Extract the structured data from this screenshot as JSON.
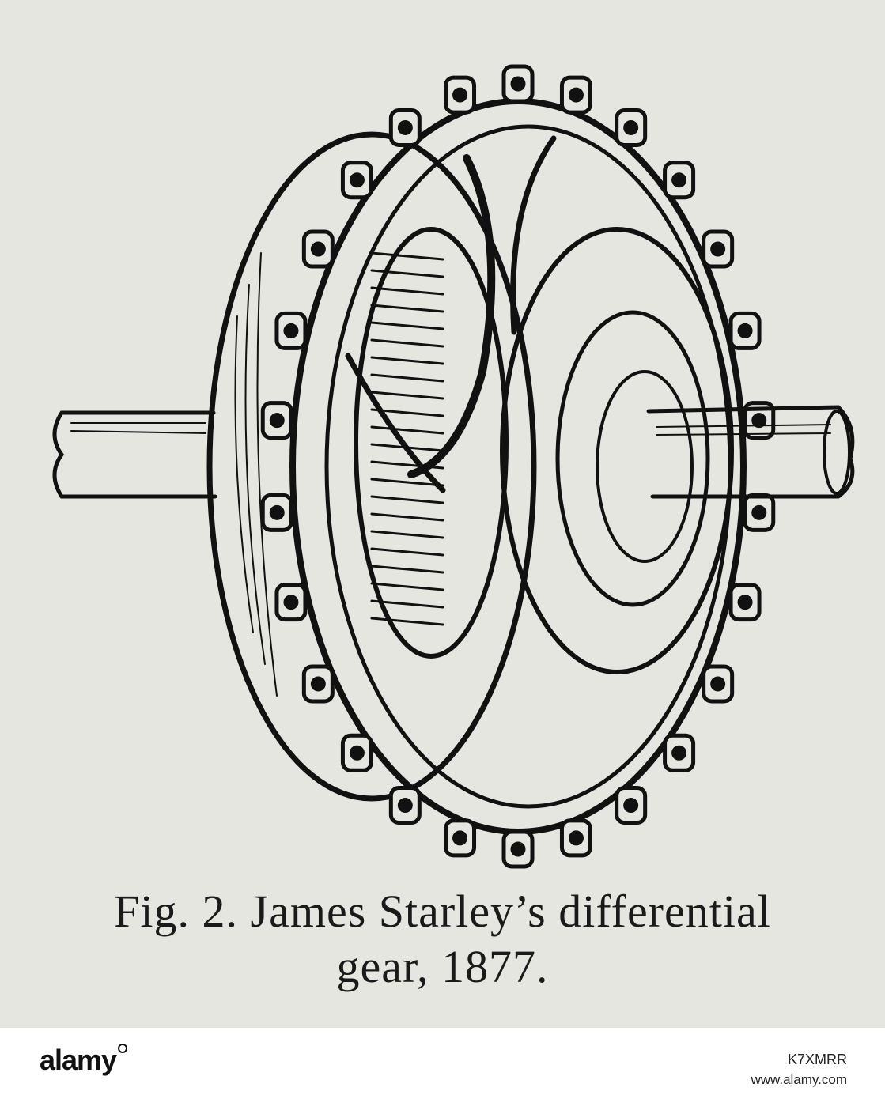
{
  "caption": {
    "line1": "Fig. 2.  James Starley’s differential",
    "line2": "gear, 1877."
  },
  "footer": {
    "brand": "alamy",
    "image_id": "K7XMRR",
    "site": "www.alamy.com"
  },
  "colors": {
    "paper": "#e6e6e1",
    "ink": "#1a1a1a",
    "footer_bg": "#ffffff"
  }
}
